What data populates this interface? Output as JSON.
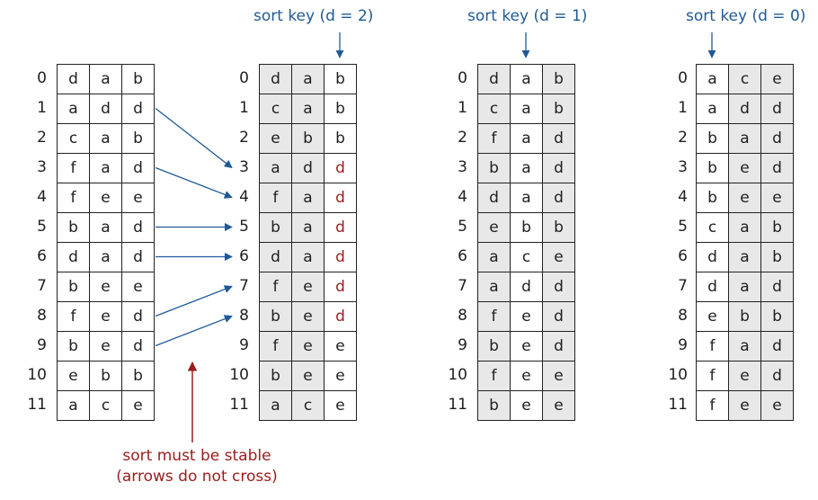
{
  "tables": [
    {
      "id": "original",
      "key_label": "",
      "key_col": null,
      "rows": [
        "dab",
        "add",
        "cab",
        "fad",
        "fee",
        "bad",
        "dad",
        "bee",
        "fed",
        "bed",
        "ebb",
        "ace"
      ]
    },
    {
      "id": "d2",
      "key_label": "sort key (d = 2)",
      "key_col": 2,
      "rows": [
        "dab",
        "cab",
        "ebb",
        "add",
        "fad",
        "bad",
        "dad",
        "fed",
        "bed",
        "fee",
        "bee",
        "ace"
      ]
    },
    {
      "id": "d1",
      "key_label": "sort key (d = 1)",
      "key_col": 1,
      "rows": [
        "dab",
        "cab",
        "fad",
        "bad",
        "dad",
        "ebb",
        "ace",
        "add",
        "fed",
        "bed",
        "fee",
        "bee"
      ]
    },
    {
      "id": "d0",
      "key_label": "sort key (d = 0)",
      "key_col": 0,
      "rows": [
        "ace",
        "add",
        "bad",
        "bed",
        "bee",
        "cab",
        "dab",
        "dad",
        "ebb",
        "fad",
        "fed",
        "fee"
      ]
    }
  ],
  "row_indices": [
    "0",
    "1",
    "2",
    "3",
    "4",
    "5",
    "6",
    "7",
    "8",
    "9",
    "10",
    "11"
  ],
  "highlight": {
    "table": "d2",
    "rows": [
      3,
      4,
      5,
      6,
      7,
      8
    ],
    "col": 2
  },
  "arrows": [
    [
      1,
      3
    ],
    [
      3,
      4
    ],
    [
      5,
      5
    ],
    [
      6,
      6
    ],
    [
      8,
      7
    ],
    [
      9,
      8
    ]
  ],
  "note": {
    "line1": "sort must be stable",
    "line2": "(arrows do not cross)"
  },
  "colors": {
    "key_blue": "#1f5a96",
    "note_red": "#9b1c1c",
    "cell_gray": "#e8e8e8"
  }
}
